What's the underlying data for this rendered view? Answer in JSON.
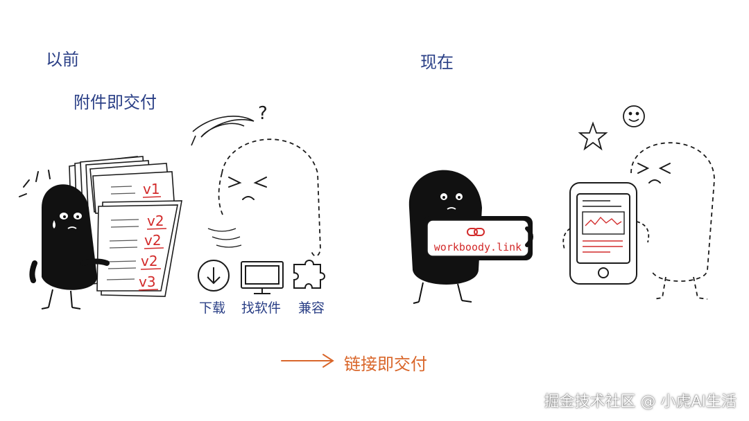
{
  "before": {
    "heading": "以前",
    "subtitle": "附件即交付",
    "doc_versions": [
      "v1",
      "v2",
      "v2",
      "v2",
      "v3"
    ],
    "question_mark": "?",
    "pain_points": [
      {
        "icon": "download-icon",
        "label": "下载"
      },
      {
        "icon": "monitor-icon",
        "label": "找软件"
      },
      {
        "icon": "puzzle-icon",
        "label": "兼容"
      }
    ]
  },
  "after": {
    "heading": "现在",
    "link_text": "workboody.link"
  },
  "transition": {
    "label": "链接即交付"
  },
  "watermark": "掘金技术社区 @ 小虎AI生活",
  "colors": {
    "ink": "#1a1a1a",
    "blue": "#2a3f86",
    "red": "#d22a2a",
    "orange": "#d9662a"
  }
}
